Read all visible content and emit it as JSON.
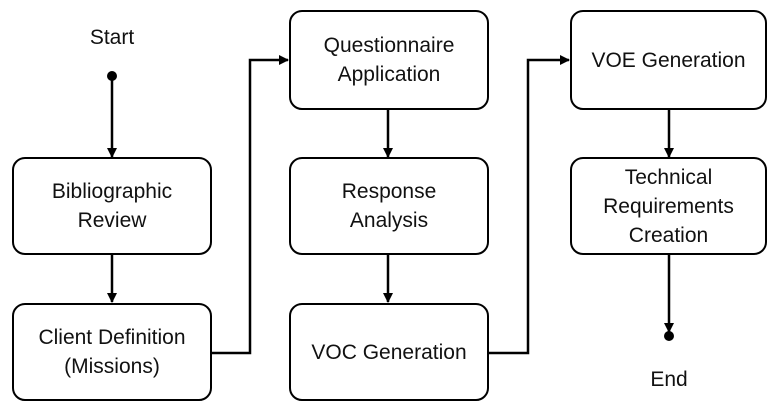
{
  "diagram": {
    "start_label": "Start",
    "end_label": "End",
    "steps": {
      "bibliographic_review": "Bibliographic\nReview",
      "client_definition": "Client Definition\n(Missions)",
      "questionnaire_application": "Questionnaire\nApplication",
      "response_analysis": "Response\nAnalysis",
      "voc_generation": "VOC Generation",
      "voe_generation": "VOE Generation",
      "technical_requirements": "Technical\nRequirements\nCreation"
    }
  }
}
